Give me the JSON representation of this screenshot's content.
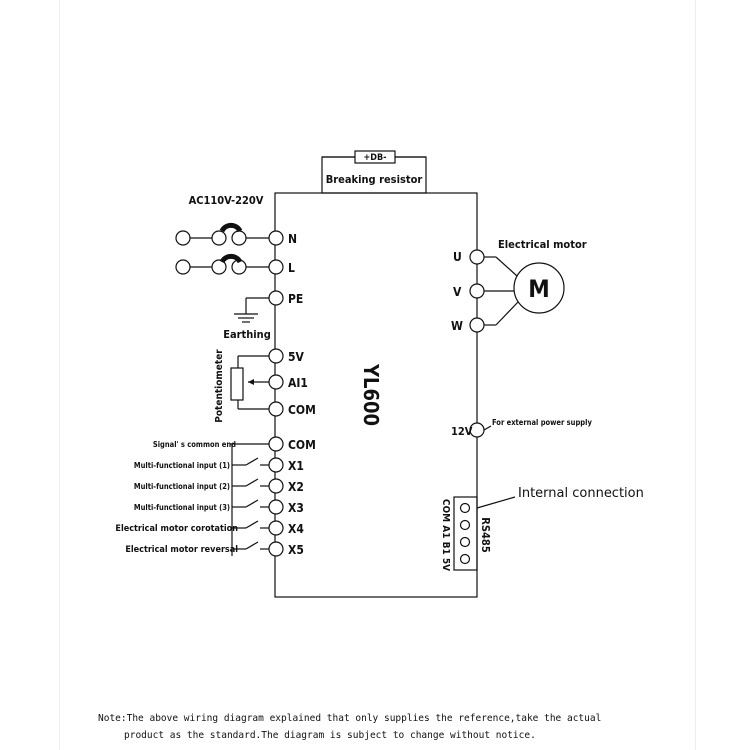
{
  "diagram": {
    "controller_label": "YL600",
    "resistor_top_label": "+DB-",
    "resistor_label": "Breaking resistor",
    "ac_supply_label": "AC110V-220V",
    "terminals_left": {
      "n": "N",
      "l": "L",
      "pe": "PE",
      "v5": "5V",
      "ai1": "AI1",
      "com1": "COM",
      "com2": "COM",
      "x1": "X1",
      "x2": "X2",
      "x3": "X3",
      "x4": "X4",
      "x5": "X5"
    },
    "earthing_label": "Earthing",
    "potentiometer_label": "Potentiometer",
    "signal_labels": {
      "common": "Signal' s common end",
      "in1": "Multi-functional input  (1)",
      "in2": "Multi-functional input  (2)",
      "in3": "Multi-functional input  (3)",
      "corotation": "Electrical motor corotation",
      "reversal": "Electrical motor reversal"
    },
    "terminals_right": {
      "u": "U",
      "v": "V",
      "w": "W",
      "v12": "12V"
    },
    "motor_label": "Electrical motor",
    "motor_symbol": "M",
    "external_power_label": "For external power supply",
    "rs485_pins": "COM A1 B1 5V",
    "rs485_label": "RS485",
    "internal_connection_label": "Internal connection"
  },
  "note": {
    "line1": "Note:The above wiring diagram explained that only supplies the reference,take the actual",
    "line2": "product as the standard.The diagram is subject to change without notice."
  }
}
